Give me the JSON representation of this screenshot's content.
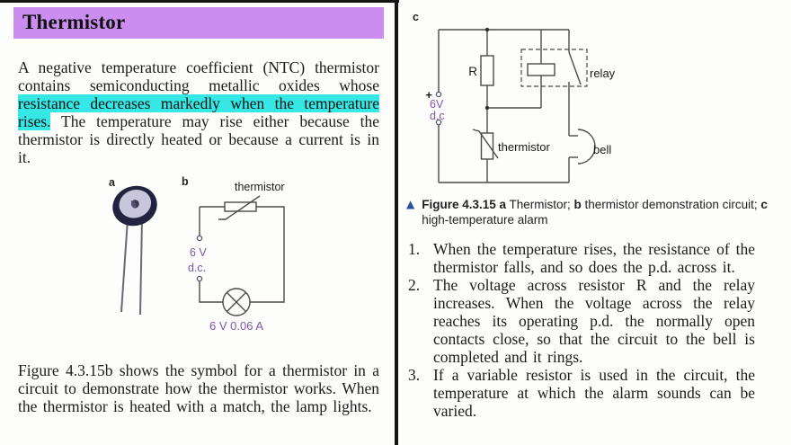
{
  "left": {
    "title": "Thermistor",
    "intro": {
      "before": "A negative temperature coefficient (NTC) thermistor contains semiconducting metallic oxides whose ",
      "highlight": "resistance decreases markedly when the temperature rises.",
      "after": " The temperature may rise either because the thermistor is directly heated or because a current is in it."
    },
    "figure_a_label": "a",
    "figure_b_label": "b",
    "circuit_b": {
      "thermistor_label": "thermistor",
      "supply_line1": "6 V",
      "supply_line2": "d.c.",
      "lamp_rating": "6 V 0.06 A"
    },
    "closing": "Figure 4.3.15b shows the symbol for a thermistor in a circuit to demonstrate how the thermistor works. When the thermistor is heated with a match, the lamp lights."
  },
  "right": {
    "figure_c_label": "c",
    "circuit_c": {
      "plus_sign": "+",
      "supply_line1": "6V",
      "supply_line2": "d.c",
      "resistor_label": "R",
      "relay_label": "relay",
      "thermistor_label": "thermistor",
      "bell_label": "bell"
    },
    "caption": {
      "marker": "▲",
      "seg1_bold": "Figure 4.3.15 a",
      "seg2": " Thermistor; ",
      "seg3_bold": "b",
      "seg4": " thermistor demonstration circuit; ",
      "seg5_bold": "c",
      "seg6": " high-temperature alarm"
    },
    "list": [
      {
        "num": "1.",
        "text": "When the temperature rises, the resistance of the thermistor falls, and so does the p.d. across it."
      },
      {
        "num": "2.",
        "text": "The voltage across resistor R and the relay increases. When the voltage across the relay reaches its operating p.d. the normally open contacts close, so that the circuit to the bell is completed and it rings."
      },
      {
        "num": "3.",
        "text": "If a variable resistor is used in the circuit, the temperature at which the alarm sounds can be varied."
      }
    ]
  },
  "colors": {
    "title_highlight": "#cb8df0",
    "text_highlight": "#35e7e5",
    "circuit_purple": "#7d55b0",
    "plus_red": "#e02424",
    "caption_blue": "#29509f"
  }
}
